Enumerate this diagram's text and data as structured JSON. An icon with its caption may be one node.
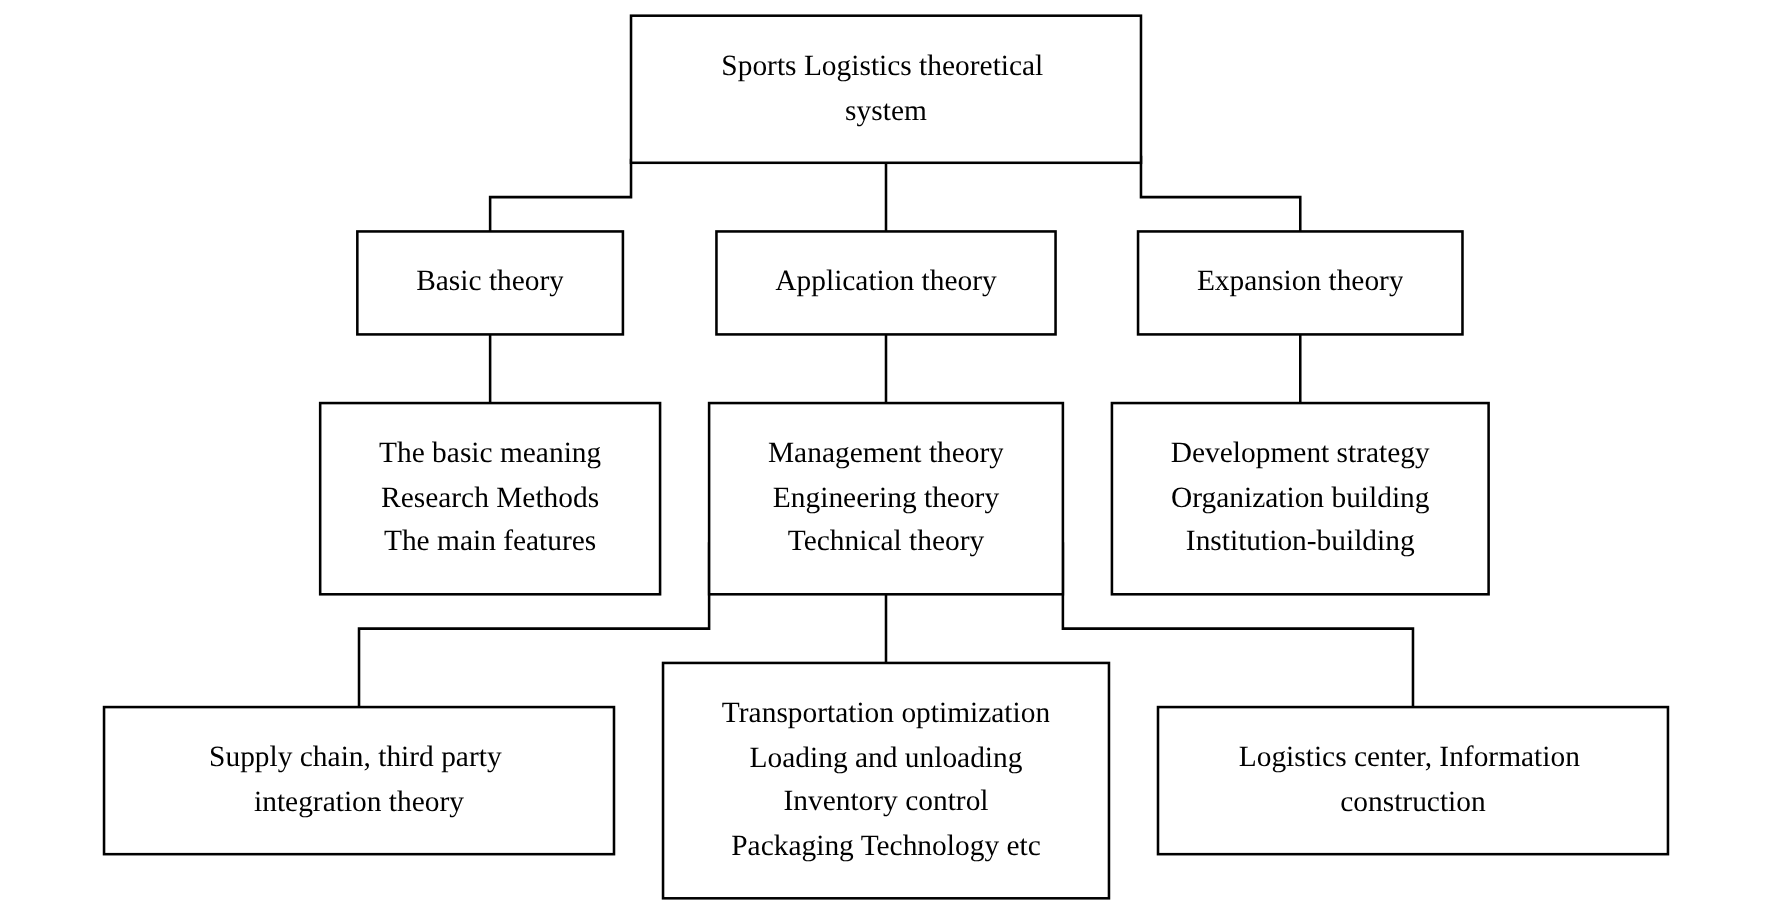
{
  "diagram": {
    "nodes": [
      {
        "text": [
          "Sports Logistics theoretical system"
        ]
      },
      {
        "text": [
          "Basic theory"
        ]
      },
      {
        "text": [
          "Application theory"
        ]
      },
      {
        "text": [
          "Expansion theory"
        ]
      },
      {
        "text": [
          "The basic meaning",
          "Research Methods",
          "The main features"
        ]
      },
      {
        "text": [
          "Management theory",
          "Engineering theory",
          "Technical theory"
        ]
      },
      {
        "text": [
          "Development strategy",
          "Organization building",
          "Institution-building"
        ]
      },
      {
        "text": [
          "Supply chain, third party integration theory"
        ]
      },
      {
        "text": [
          "Transportation optimization",
          "Loading and unloading",
          "Inventory control",
          "Packaging Technology etc"
        ]
      },
      {
        "text": [
          "Logistics center, Information construction"
        ]
      }
    ],
    "edges": [
      {
        "from": 0,
        "to": 1,
        "arrow": "none"
      },
      {
        "from": 0,
        "to": 2,
        "arrow": "none"
      },
      {
        "from": 0,
        "to": 3,
        "arrow": "none"
      },
      {
        "from": 1,
        "to": 4,
        "arrow": "none"
      },
      {
        "from": 2,
        "to": 5,
        "arrow": "none"
      },
      {
        "from": 3,
        "to": 6,
        "arrow": "none"
      },
      {
        "from": 5,
        "to": 7,
        "arrow": "none"
      },
      {
        "from": 5,
        "to": 8,
        "arrow": "none"
      },
      {
        "from": 5,
        "to": 9,
        "arrow": "none"
      }
    ]
  }
}
